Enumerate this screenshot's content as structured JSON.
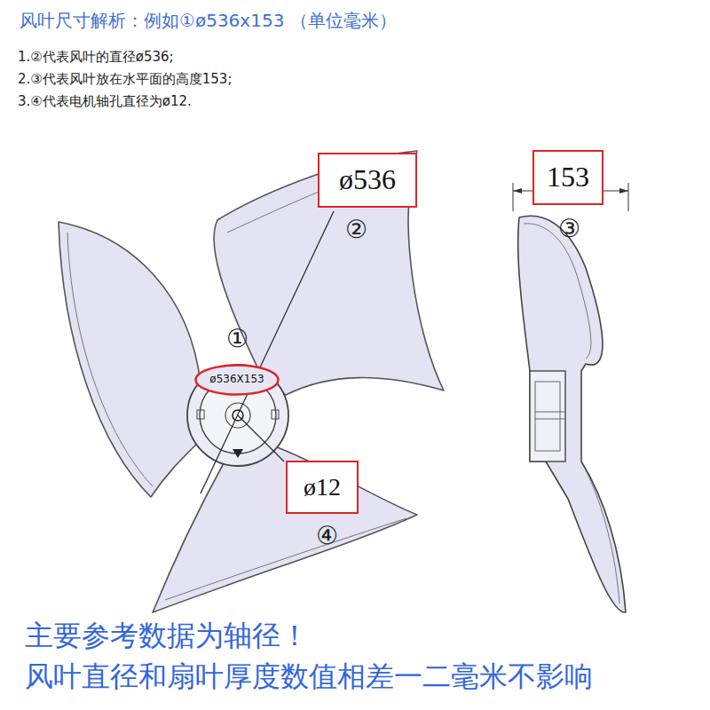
{
  "diagram": {
    "title": "风叶尺寸解析：例如①ø536x153 （单位毫米）",
    "nodes": [
      {
        "text": [
          "ø536"
        ]
      },
      {
        "text": [
          "153"
        ]
      },
      {
        "text": [
          "ø536X153"
        ]
      },
      {
        "text": [
          "ø12"
        ]
      }
    ],
    "labels": [
      "1.②代表风叶的直径ø536;",
      "2.③代表风叶放在水平面的高度153;",
      "3.④代表电机轴孔直径为ø12.",
      "②",
      "③",
      "①",
      "④",
      "主要参考数据为轴径！",
      "风叶直径和扇叶厚度数值相差一二毫米不影响"
    ]
  }
}
